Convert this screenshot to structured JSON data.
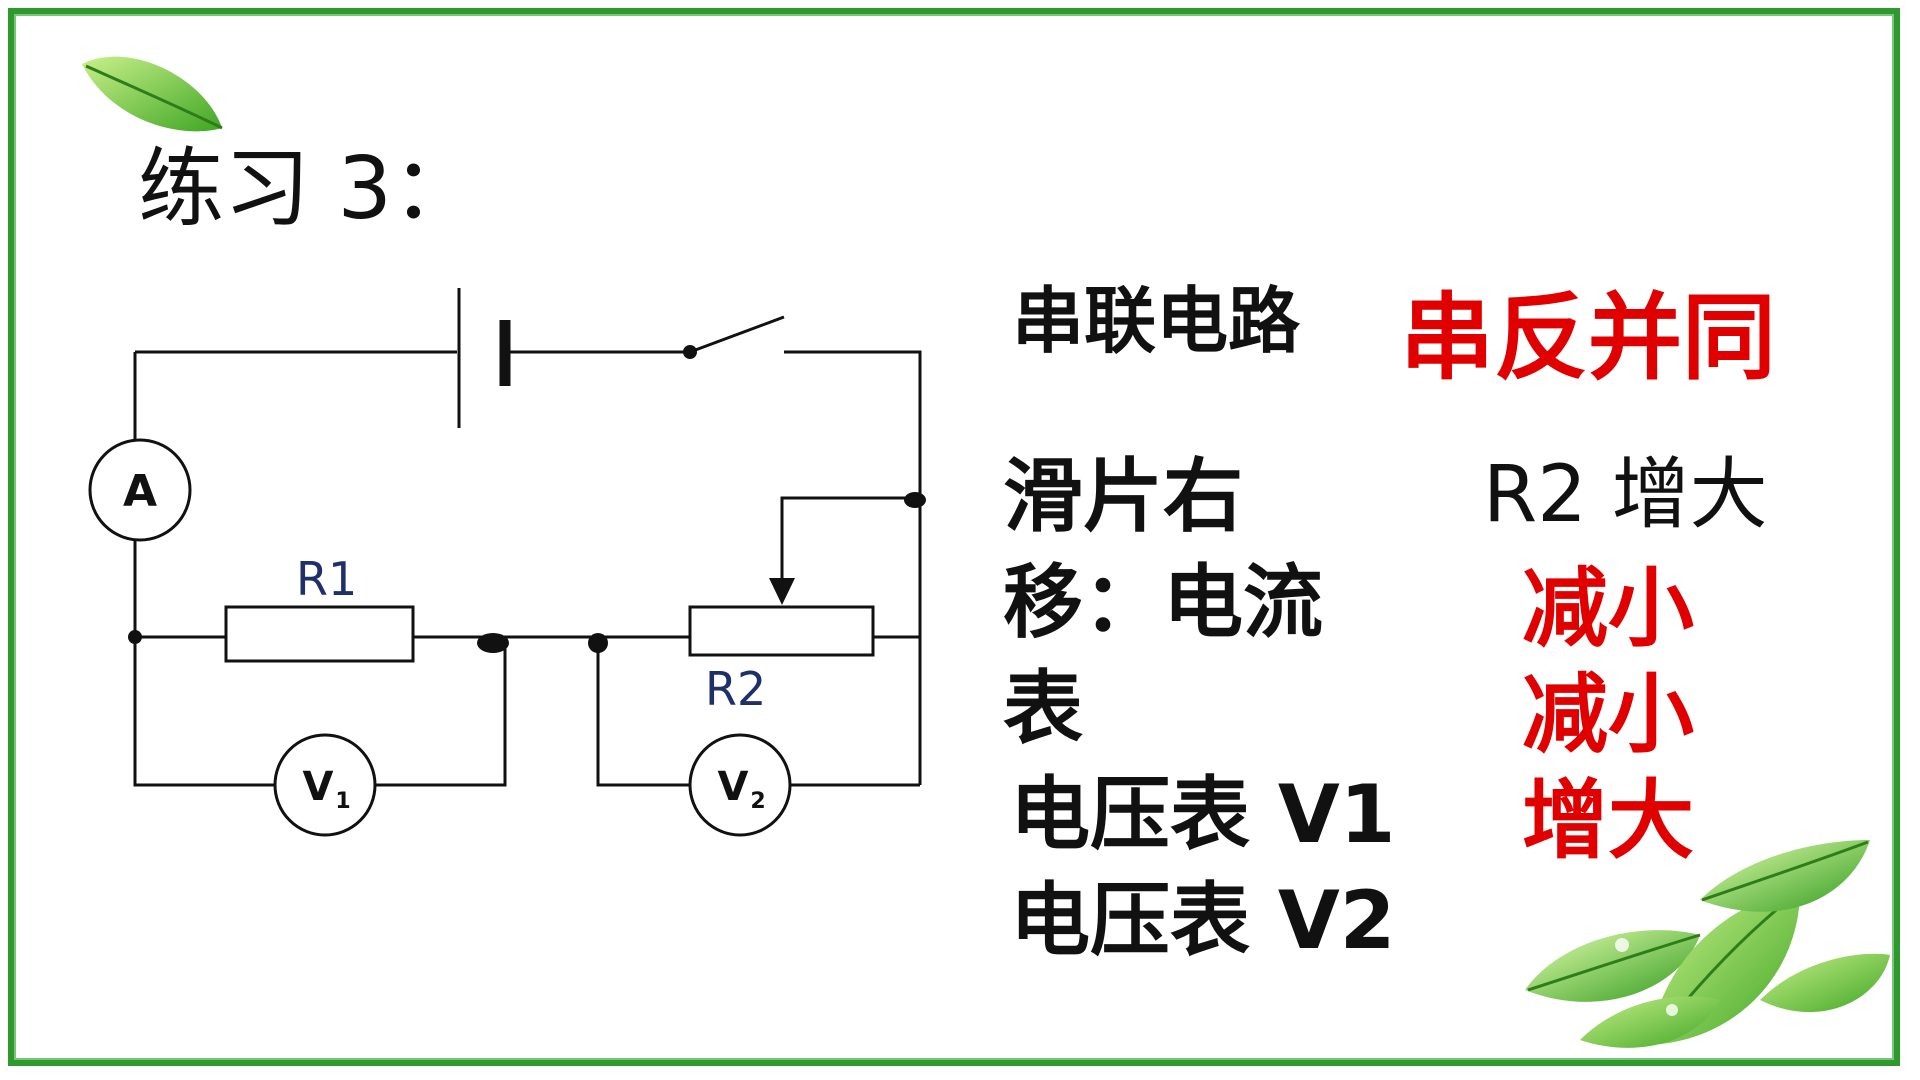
{
  "slide": {
    "title": "练习 3：",
    "rule_heading": "串联电路",
    "rule_value": "串反并同",
    "question_lines": [
      "滑片右",
      "移：电流",
      "表",
      "电压表 V1",
      "电压表 V2"
    ],
    "answer_header": "R2 增大",
    "answers": [
      "减小",
      "减小",
      "增大"
    ]
  },
  "circuit": {
    "ammeter": "A",
    "r1": "R1",
    "r2": "R2",
    "v1": "V",
    "v1_sub": "1",
    "v2": "V",
    "v2_sub": "2"
  },
  "colors": {
    "frame": "#2e9a2e",
    "answer": "#e00000",
    "resistor_label": "#1f2f6a"
  },
  "icons": [
    "leaf-icon",
    "leaves-cluster-icon"
  ]
}
